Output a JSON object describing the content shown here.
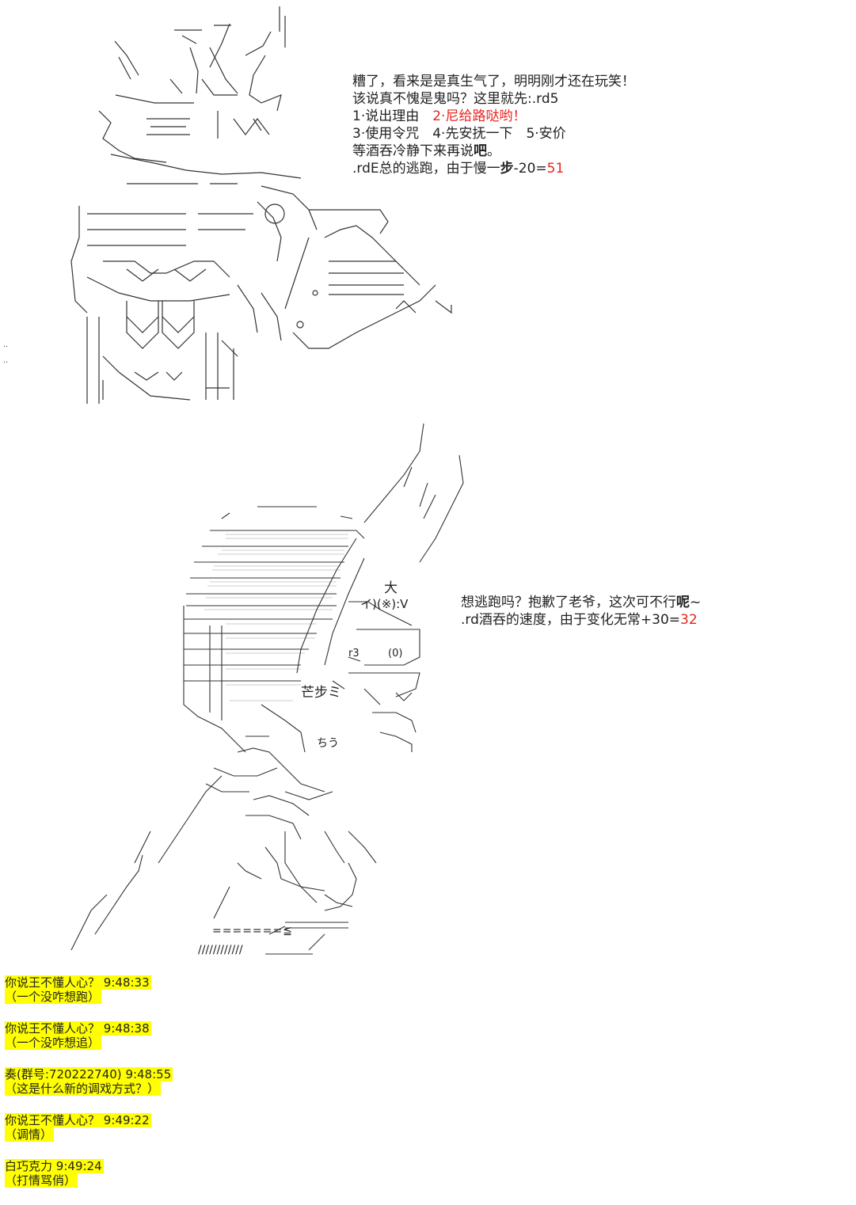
{
  "scene1": {
    "dialog": [
      {
        "segments": [
          {
            "text": "糟了，看来是是真生气了，明明刚才还在玩笑！",
            "style": ""
          }
        ]
      },
      {
        "segments": [
          {
            "text": "该说真不愧是鬼吗？这里就先:.rd5",
            "style": ""
          }
        ]
      },
      {
        "segments": [
          {
            "text": "1·说出理由　",
            "style": ""
          },
          {
            "text": "2·尼给路哒哟！",
            "style": "red"
          }
        ]
      },
      {
        "segments": [
          {
            "text": "3·使用令咒　4·先安抚一下　5·安价",
            "style": ""
          }
        ]
      },
      {
        "segments": [
          {
            "text": "等酒吞冷静下来再说",
            "style": ""
          },
          {
            "text": "吧",
            "style": "bold"
          },
          {
            "text": "。",
            "style": ""
          }
        ]
      },
      {
        "segments": [
          {
            "text": ".rdE总的逃跑，由于慢一",
            "style": ""
          },
          {
            "text": "步",
            "style": "bold"
          },
          {
            "text": "-20=",
            "style": ""
          },
          {
            "text": "51",
            "style": "red"
          }
        ]
      }
    ]
  },
  "scene2": {
    "dialog": [
      {
        "segments": [
          {
            "text": "想逃跑吗？抱歉了老爷，这次可不行",
            "style": ""
          },
          {
            "text": "呢",
            "style": "bold"
          },
          {
            "text": "~",
            "style": ""
          }
        ]
      },
      {
        "segments": [
          {
            "text": ".rd酒吞的速度，由于变化无常+30=",
            "style": ""
          },
          {
            "text": "32",
            "style": "red"
          }
        ]
      }
    ],
    "art_labels": {
      "big": "大",
      "mark": "イ)(※):V",
      "eye": "芒步ミ",
      "zero": "(0)",
      "ra": "r3",
      "to": "ちう",
      "hi": "┃╞",
      "equals": "=======≦",
      "slashes": "////////////"
    }
  },
  "chat": [
    {
      "sender": "你说王不懂人心？",
      "time": "9:48:33",
      "message": "（一个没咋想跑）"
    },
    {
      "sender": "你说王不懂人心？",
      "time": "9:48:38",
      "message": "（一个没咋想追）"
    },
    {
      "sender": "奏(群号:720222740)",
      "time": "9:48:55",
      "message": "（这是什么新的调戏方式？）"
    },
    {
      "sender": "你说王不懂人心？",
      "time": "9:49:22",
      "message": "（调情）"
    },
    {
      "sender": "白巧克力",
      "time": "9:49:24",
      "message": "（打情骂俏）"
    }
  ]
}
